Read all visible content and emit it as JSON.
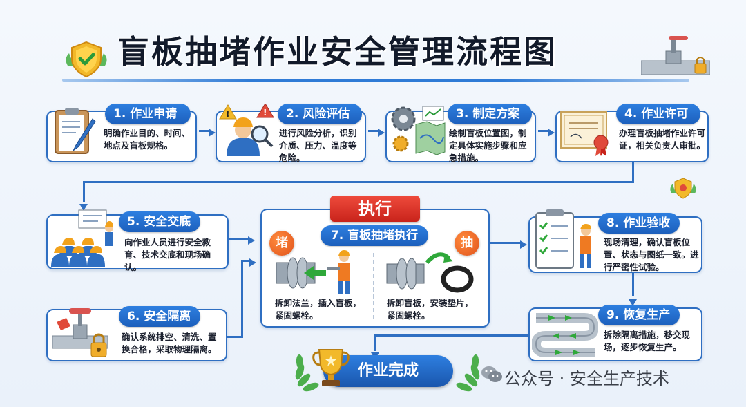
{
  "title": "盲板抽堵作业安全管理流程图",
  "steps": [
    {
      "label": "1. 作业申请",
      "desc": "明确作业目的、时间、地点及盲板规格。"
    },
    {
      "label": "2. 风险评估",
      "desc": "进行风险分析，识别介质、压力、温度等危险。"
    },
    {
      "label": "3. 制定方案",
      "desc": "绘制盲板位置图，制定具体实施步骤和应急措施。"
    },
    {
      "label": "4. 作业许可",
      "desc": "办理盲板抽堵作业许可证，相关负责人审批。"
    },
    {
      "label": "5. 安全交底",
      "desc": "向作业人员进行安全教育、技术交底和现场确认。"
    },
    {
      "label": "6. 安全隔离",
      "desc": "确认系统排空、清洗、置换合格，采取物理隔离。"
    },
    {
      "label": "7. 盲板抽堵执行",
      "desc": ""
    },
    {
      "label": "8. 作业验收",
      "desc": "现场清理，确认盲板位置、状态与图纸一致。进行严密性试验。"
    },
    {
      "label": "9. 恢复生产",
      "desc": "拆除隔离措施，移交现场，逐步恢复生产。"
    }
  ],
  "execute": {
    "tag": "执行",
    "block_label": "堵",
    "block_desc": "拆卸法兰，插入盲板，紧固螺栓。",
    "remove_label": "抽",
    "remove_desc": "拆卸盲板，安装垫片，紧固螺栓。"
  },
  "final": {
    "label": "作业完成"
  },
  "watermark": "公众号 · 安全生产技术",
  "colors": {
    "primary": "#2f6fc2",
    "accent": "#e0531c",
    "exec": "#d42a20"
  }
}
